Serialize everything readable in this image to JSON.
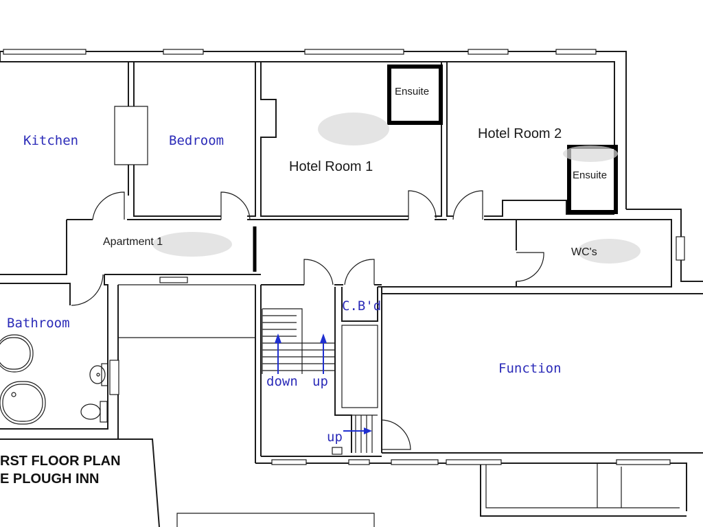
{
  "rooms": {
    "kitchen": "Kitchen",
    "bedroom": "Bedroom",
    "hotel_room_1": "Hotel Room 1",
    "hotel_room_2": "Hotel Room 2",
    "ensuite_1": "Ensuite",
    "ensuite_2": "Ensuite",
    "apartment_1": "Apartment 1",
    "wcs": "WC's",
    "bathroom": "Bathroom",
    "cupboard": "C.B'd",
    "function": "Function"
  },
  "stairs": {
    "down": "down",
    "up": "up",
    "up_lower": "up"
  },
  "title": {
    "line1": "RST FLOOR PLAN",
    "line2": "E PLOUGH INN"
  },
  "colors": {
    "room_label_blue": "#2b2bb8",
    "arrow_blue": "#1f2fd0",
    "wall": "#1a1a1a"
  }
}
